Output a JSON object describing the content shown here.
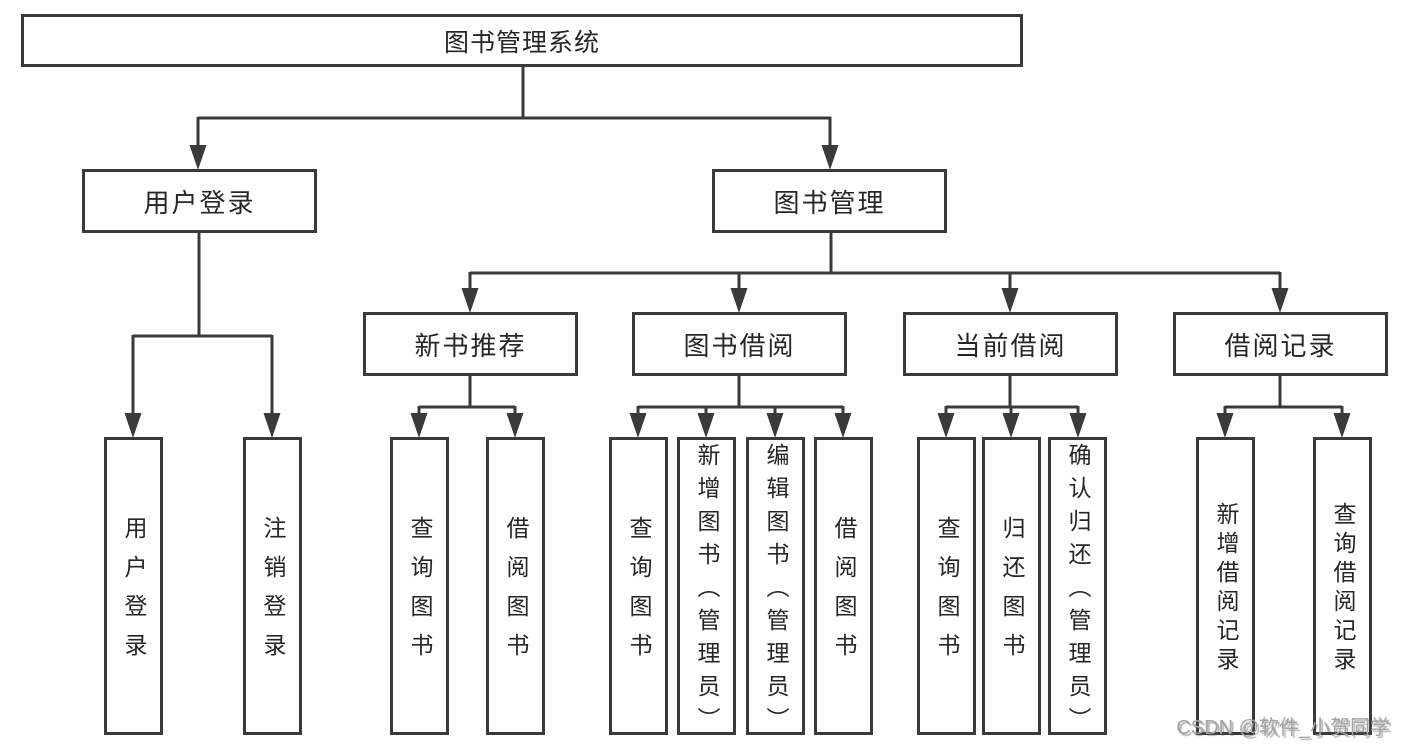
{
  "diagram": {
    "root": {
      "label": "图书管理系统"
    },
    "level2": [
      {
        "label": "用户登录"
      },
      {
        "label": "图书管理"
      }
    ],
    "level3": [
      {
        "label": "新书推荐"
      },
      {
        "label": "图书借阅"
      },
      {
        "label": "当前借阅"
      },
      {
        "label": "借阅记录"
      }
    ],
    "level4": [
      {
        "label": "用户登录"
      },
      {
        "label": "注销登录"
      },
      {
        "label": "查询图书"
      },
      {
        "label": "借阅图书"
      },
      {
        "label": "查询图书"
      },
      {
        "label": "新增图书（管理员）"
      },
      {
        "label": "编辑图书（管理员）"
      },
      {
        "label": "借阅图书"
      },
      {
        "label": "查询图书"
      },
      {
        "label": "归还图书"
      },
      {
        "label": "确认归还（管理员）"
      },
      {
        "label": "新增借阅记录"
      },
      {
        "label": "查询借阅记录"
      }
    ],
    "watermark": "CSDN @软件_小贺同学",
    "colors": {
      "line": "#3a3a3a",
      "border": "#3a3a3a",
      "text": "#262626",
      "watermark": "#a3a3a3",
      "background": "#ffffff"
    }
  }
}
